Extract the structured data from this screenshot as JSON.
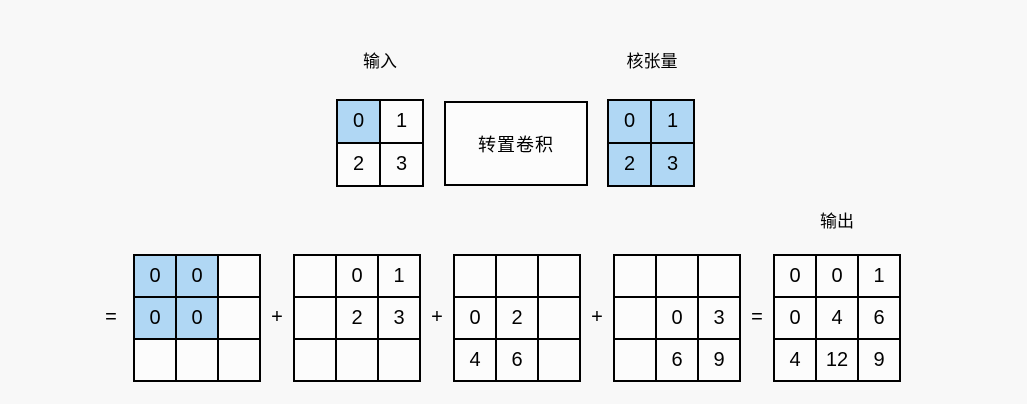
{
  "colors": {
    "background": "#f8f8f8",
    "cell_fill": "#fcfcfc",
    "highlight_fill": "#b0d7f4",
    "border": "#000000"
  },
  "labels": {
    "input": "输入",
    "kernel": "核张量",
    "output": "输出"
  },
  "transconv_box": {
    "label": "转置卷积"
  },
  "operators": [
    "=",
    "+",
    "+",
    "+",
    "="
  ],
  "input_grid": {
    "cells": [
      [
        "0",
        "1"
      ],
      [
        "2",
        "3"
      ]
    ],
    "highlight": [
      [
        true,
        false
      ],
      [
        false,
        false
      ]
    ]
  },
  "kernel_grid": {
    "cells": [
      [
        "0",
        "1"
      ],
      [
        "2",
        "3"
      ]
    ],
    "highlight": [
      [
        true,
        true
      ],
      [
        true,
        true
      ]
    ]
  },
  "term_grids": [
    {
      "cells": [
        [
          "0",
          "0",
          ""
        ],
        [
          "0",
          "0",
          ""
        ],
        [
          "",
          "",
          ""
        ]
      ],
      "highlight": [
        [
          true,
          true,
          false
        ],
        [
          true,
          true,
          false
        ],
        [
          false,
          false,
          false
        ]
      ]
    },
    {
      "cells": [
        [
          "",
          "0",
          "1"
        ],
        [
          "",
          "2",
          "3"
        ],
        [
          "",
          "",
          ""
        ]
      ]
    },
    {
      "cells": [
        [
          "",
          "",
          ""
        ],
        [
          "0",
          "2",
          ""
        ],
        [
          "4",
          "6",
          ""
        ]
      ]
    },
    {
      "cells": [
        [
          "",
          "",
          ""
        ],
        [
          "",
          "0",
          "3"
        ],
        [
          "",
          "6",
          "9"
        ]
      ]
    }
  ],
  "output_grid": {
    "cells": [
      [
        "0",
        "0",
        "1"
      ],
      [
        "0",
        "4",
        "6"
      ],
      [
        "4",
        "12",
        "9"
      ]
    ]
  }
}
